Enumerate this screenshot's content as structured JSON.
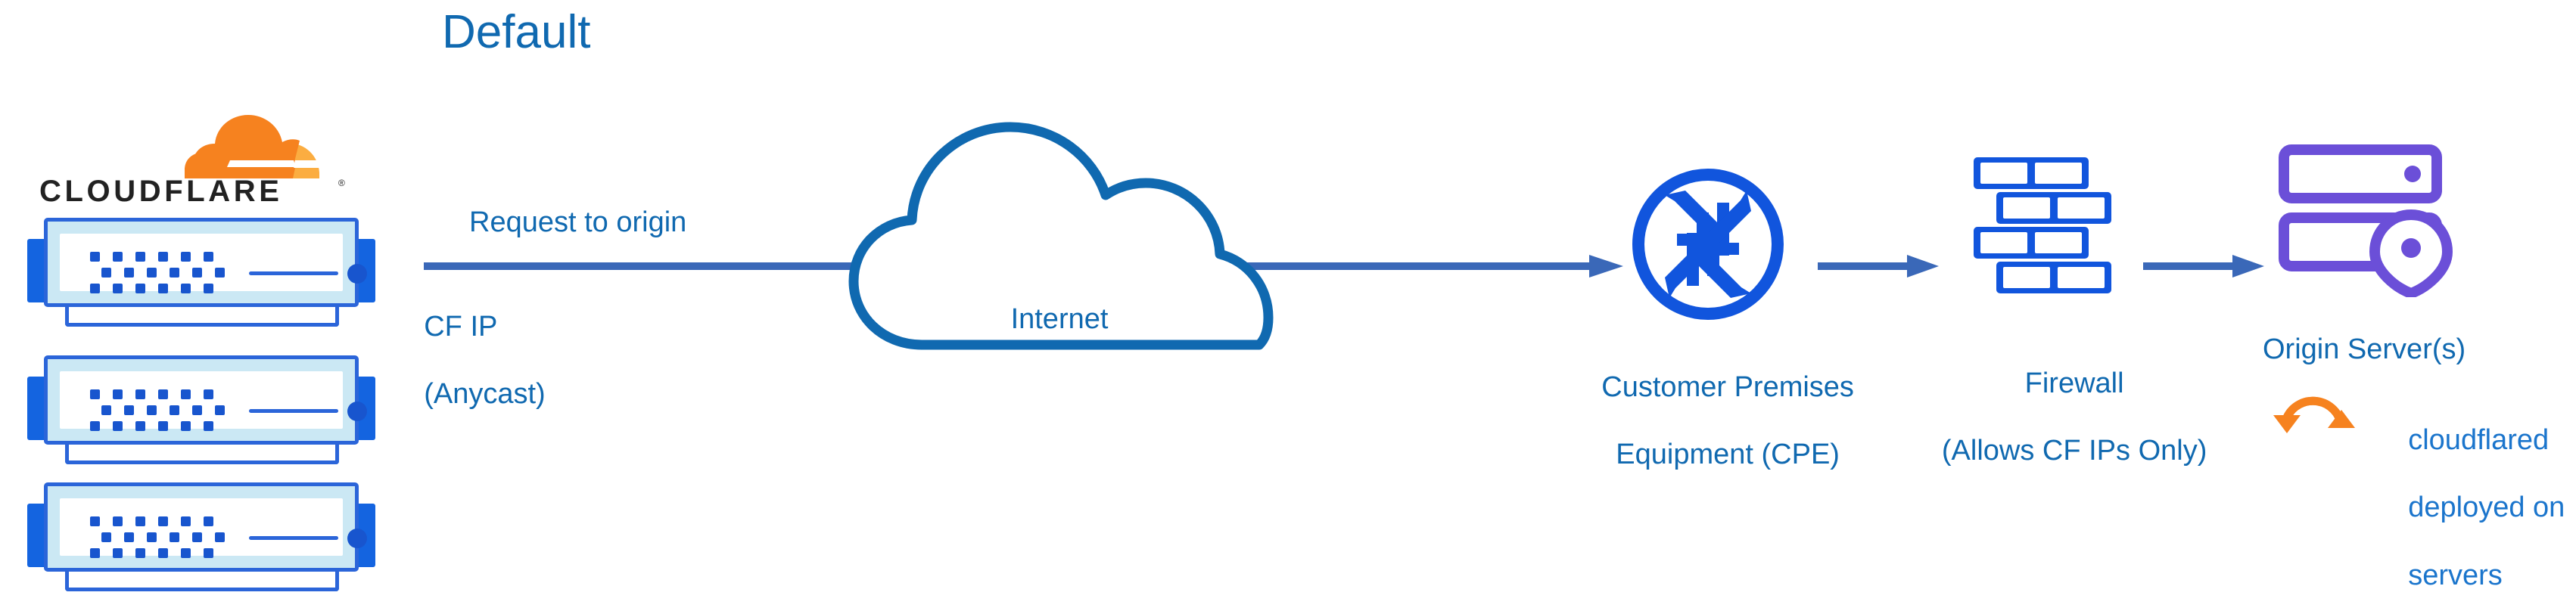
{
  "title": "Default",
  "brand": {
    "name": "CLOUDFLARE",
    "registered": "®",
    "orange": "#F6821F",
    "orange_light": "#FBAD41",
    "wordmark_color": "#222222"
  },
  "colors": {
    "cf_blue": "#1069B0",
    "link_blue": "#1B75CC",
    "arrow_blue": "#3A68B8",
    "router_blue": "#1155DD",
    "firewall_blue": "#1155DD",
    "server_purple": "#6B4FD8",
    "rack_border": "#2B65D9",
    "rack_fill": "#CBE8F4",
    "rack_tab": "#1464E0",
    "orange": "#F6821F"
  },
  "nodes": [
    {
      "id": "cloudflare-edge",
      "icon": "server-rack-icon",
      "label": "",
      "count": 3
    },
    {
      "id": "internet",
      "icon": "cloud-icon",
      "label": "Internet"
    },
    {
      "id": "cpe",
      "icon": "router-icon",
      "label_line1": "Customer Premises",
      "label_line2": "Equipment (CPE)"
    },
    {
      "id": "firewall",
      "icon": "brick-wall-icon",
      "label_line1": "Firewall",
      "label_line2": "(Allows CF IPs Only)"
    },
    {
      "id": "origin",
      "icon": "origin-server-icon",
      "label": "Origin Server(s)"
    }
  ],
  "edges": {
    "request_label": "Request to origin",
    "cf_ip_line1": "CF IP",
    "cf_ip_line2": "(Anycast)"
  },
  "annotations": {
    "cloudflared_icon": "sync-arrows-icon",
    "cloudflared_line1": "cloudflared",
    "cloudflared_line2": "deployed on",
    "cloudflared_line3": "servers"
  },
  "labels": {
    "internet": "Internet",
    "cpe_l1": "Customer Premises",
    "cpe_l2": "Equipment (CPE)",
    "fw_l1": "Firewall",
    "fw_l2": "(Allows CF IPs Only)",
    "origin": "Origin Server(s)",
    "request_to_origin": "Request to origin",
    "cf_ip_l1": "CF IP",
    "cf_ip_l2": "(Anycast)",
    "cfd_l1": "cloudflared",
    "cfd_l2": "deployed on",
    "cfd_l3": "servers"
  }
}
